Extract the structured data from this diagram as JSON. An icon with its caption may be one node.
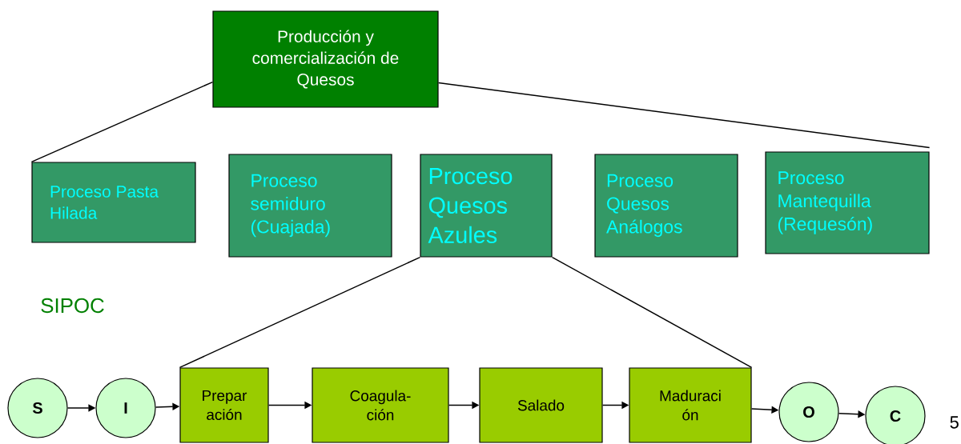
{
  "diagram": {
    "nodes": [
      {
        "text": [
          "Producción y comercialización de Quesos"
        ]
      },
      {
        "text": [
          "Proceso Pasta Hilada"
        ]
      },
      {
        "text": [
          "Proceso semiduro (Cuajada)"
        ]
      },
      {
        "text": [
          "Proceso Quesos Azules"
        ]
      },
      {
        "text": [
          "Proceso Quesos Análogos"
        ]
      },
      {
        "text": [
          "Proceso Mantequilla (Requesón)"
        ]
      },
      {
        "text": [
          "S"
        ]
      },
      {
        "text": [
          "I"
        ]
      },
      {
        "text": [
          "Prepar ación"
        ]
      },
      {
        "text": [
          "Coagula- ción"
        ]
      },
      {
        "text": [
          "Salado"
        ]
      },
      {
        "text": [
          "Maduraci ón"
        ]
      },
      {
        "text": [
          "O"
        ]
      },
      {
        "text": [
          "C"
        ]
      }
    ],
    "edges": [
      {
        "from": 0,
        "to": 1,
        "arrow": "none"
      },
      {
        "from": 0,
        "to": 5,
        "arrow": "none"
      },
      {
        "from": 3,
        "to": 8,
        "arrow": "none"
      },
      {
        "from": 3,
        "to": 11,
        "arrow": "none"
      },
      {
        "from": 6,
        "to": 7,
        "arrow": "to"
      },
      {
        "from": 7,
        "to": 8,
        "arrow": "to"
      },
      {
        "from": 8,
        "to": 9,
        "arrow": "to"
      },
      {
        "from": 9,
        "to": 10,
        "arrow": "to"
      },
      {
        "from": 10,
        "to": 11,
        "arrow": "to"
      },
      {
        "from": 11,
        "to": 12,
        "arrow": "to"
      },
      {
        "from": 12,
        "to": 13,
        "arrow": "to"
      }
    ],
    "labels": [
      "SIPOC",
      "5"
    ]
  }
}
